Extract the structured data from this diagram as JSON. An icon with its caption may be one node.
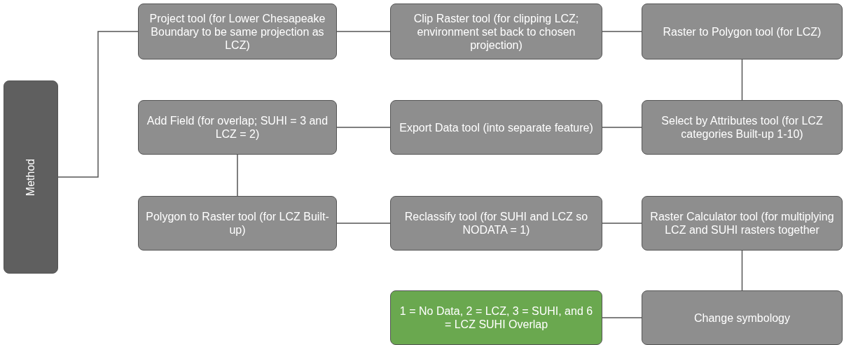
{
  "diagram": {
    "nodes": [
      {
        "text": [
          "Method"
        ]
      },
      {
        "text": [
          "Project tool (for Lower Chesapeake Boundary to be same projection as LCZ)"
        ]
      },
      {
        "text": [
          "Clip Raster tool (for clipping LCZ; environment set back to chosen projection)"
        ]
      },
      {
        "text": [
          "Raster to Polygon tool (for LCZ)"
        ]
      },
      {
        "text": [
          "Add Field (for overlap; SUHI = 3 and LCZ = 2)"
        ]
      },
      {
        "text": [
          "Export Data tool (into separate feature)"
        ]
      },
      {
        "text": [
          "Select by Attributes tool (for LCZ categories Built-up 1-10)"
        ]
      },
      {
        "text": [
          "Polygon to Raster tool (for LCZ Built-up)"
        ]
      },
      {
        "text": [
          "Reclassify tool (for SUHI and LCZ so NODATA = 1)"
        ]
      },
      {
        "text": [
          "Raster Calculator tool (for multiplying LCZ and SUHI rasters together"
        ]
      },
      {
        "text": [
          "1 = No Data, 2 = LCZ, 3 = SUHI, and 6 = LCZ SUHI Overlap"
        ]
      },
      {
        "text": [
          "Change symbology"
        ]
      }
    ],
    "edges": [
      {
        "from": 0,
        "to": 1,
        "arrow": "none"
      },
      {
        "from": 1,
        "to": 2,
        "arrow": "none"
      },
      {
        "from": 2,
        "to": 3,
        "arrow": "none"
      },
      {
        "from": 3,
        "to": 6,
        "arrow": "none"
      },
      {
        "from": 6,
        "to": 5,
        "arrow": "none"
      },
      {
        "from": 5,
        "to": 4,
        "arrow": "none"
      },
      {
        "from": 4,
        "to": 7,
        "arrow": "none"
      },
      {
        "from": 7,
        "to": 8,
        "arrow": "none"
      },
      {
        "from": 8,
        "to": 9,
        "arrow": "none"
      },
      {
        "from": 9,
        "to": 11,
        "arrow": "none"
      },
      {
        "from": 11,
        "to": 10,
        "arrow": "none"
      }
    ]
  }
}
